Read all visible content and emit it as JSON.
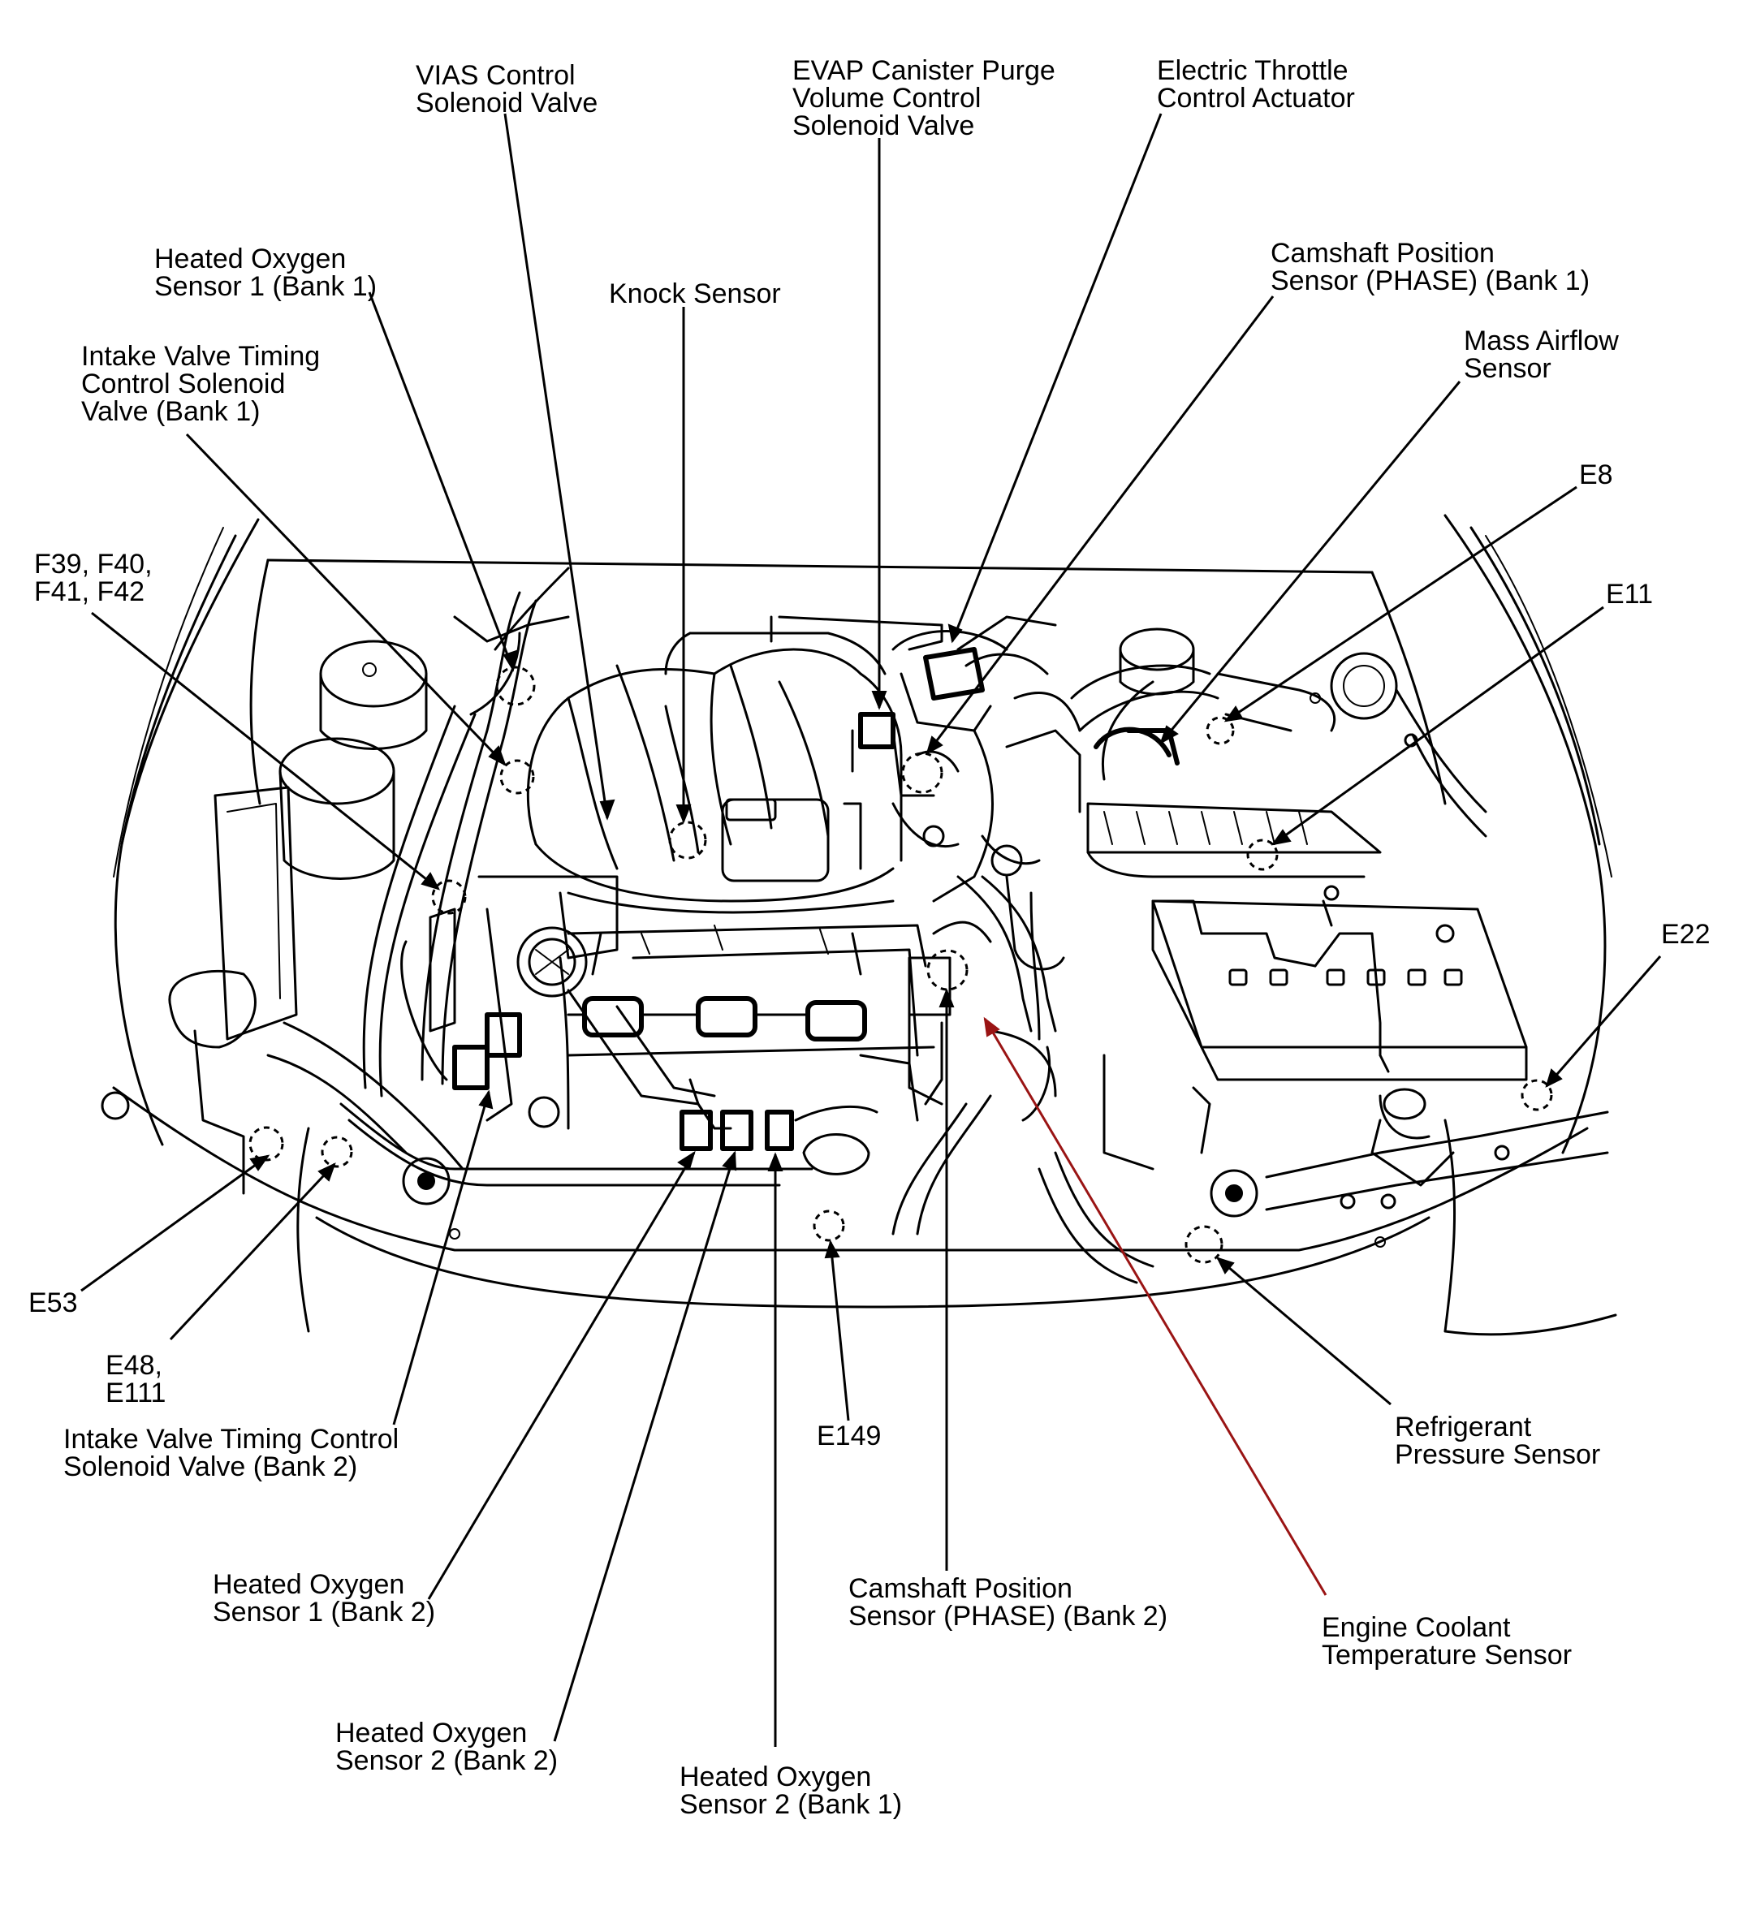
{
  "labels": {
    "vias": [
      "VIAS Control",
      "Solenoid Valve"
    ],
    "evap": [
      "EVAP Canister Purge",
      "Volume Control",
      "Solenoid Valve"
    ],
    "etc": [
      "Electric Throttle",
      "Control Actuator"
    ],
    "ho2s1_b1": [
      "Heated Oxygen",
      "Sensor 1 (Bank 1)"
    ],
    "knock": [
      "Knock Sensor"
    ],
    "cmp_b1": [
      "Camshaft Position",
      "Sensor (PHASE) (Bank 1)"
    ],
    "ivt_b1": [
      "Intake Valve Timing",
      "Control Solenoid",
      "Valve (Bank 1)"
    ],
    "maf": [
      "Mass Airflow",
      "Sensor"
    ],
    "e8": [
      "E8"
    ],
    "f39": [
      "F39, F40,",
      "F41, F42"
    ],
    "e11": [
      "E11"
    ],
    "e22": [
      "E22"
    ],
    "e53": [
      "E53"
    ],
    "e48": [
      "E48,",
      "E111"
    ],
    "ivt_b2": [
      "Intake Valve Timing Control",
      "Solenoid Valve (Bank 2)"
    ],
    "e149": [
      "E149"
    ],
    "refrig": [
      "Refrigerant",
      "Pressure Sensor"
    ],
    "ho2s1_b2": [
      "Heated Oxygen",
      "Sensor 1 (Bank 2)"
    ],
    "cmp_b2": [
      "Camshaft Position",
      "Sensor (PHASE) (Bank 2)"
    ],
    "ect": [
      "Engine Coolant",
      "Temperature Sensor"
    ],
    "ho2s2_b2": [
      "Heated Oxygen",
      "Sensor 2 (Bank 2)"
    ],
    "ho2s2_b1": [
      "Heated Oxygen",
      "Sensor 2 (Bank 1)"
    ]
  },
  "colors": {
    "line": "#000000",
    "highlight_leader": "#9a1414",
    "background": "#ffffff"
  }
}
